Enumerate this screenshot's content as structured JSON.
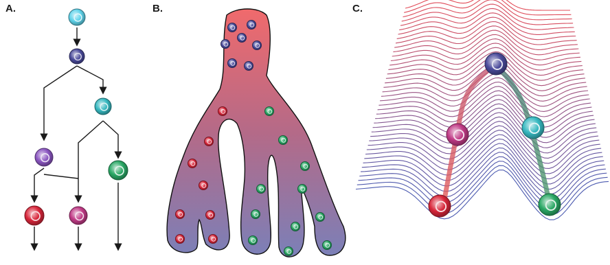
{
  "panels": {
    "a": {
      "label": "A."
    },
    "b": {
      "label": "B."
    },
    "c": {
      "label": "C."
    }
  },
  "colors": {
    "stem": "#5fd3ea",
    "progenitor": "#4a4a9a",
    "intermediate": "#36b8c0",
    "purple": "#8a55c0",
    "green": "#2aa865",
    "red": "#d8263a",
    "magenta": "#c03a86",
    "landscape_top": "#e24b57",
    "landscape_bottom": "#4b5ab0"
  },
  "cells": {
    "tree": [
      "stem",
      "progenitor",
      "intermediate",
      "purple",
      "green",
      "red",
      "magenta"
    ],
    "landscape": [
      "progenitor",
      "magenta",
      "intermediate",
      "red",
      "green"
    ]
  }
}
